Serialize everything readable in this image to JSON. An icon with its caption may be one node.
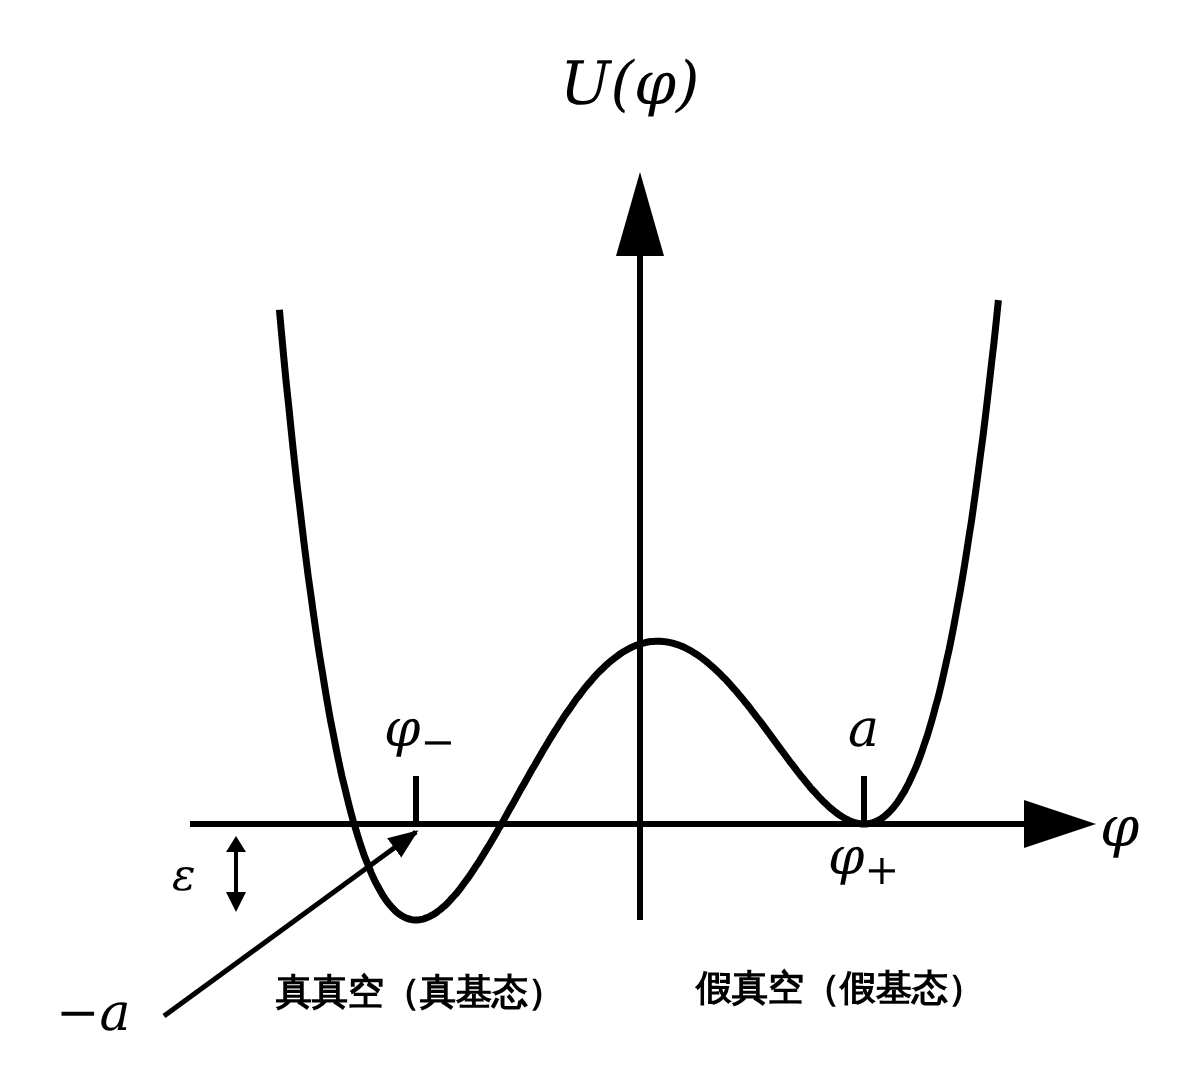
{
  "diagram": {
    "nodes": [
      {
        "text": [
          "−a"
        ]
      },
      {
        "text": [],
        "shape": "bar"
      }
    ],
    "edges": [
      {
        "from": 0,
        "to": 1,
        "arrow": "to"
      }
    ],
    "labels": [
      "U(φ)",
      "φ",
      "φ$_{−}$",
      "a",
      "ε",
      "φ$_{+}$",
      "真真空（真基态）",
      "假真空（假基态）"
    ]
  }
}
